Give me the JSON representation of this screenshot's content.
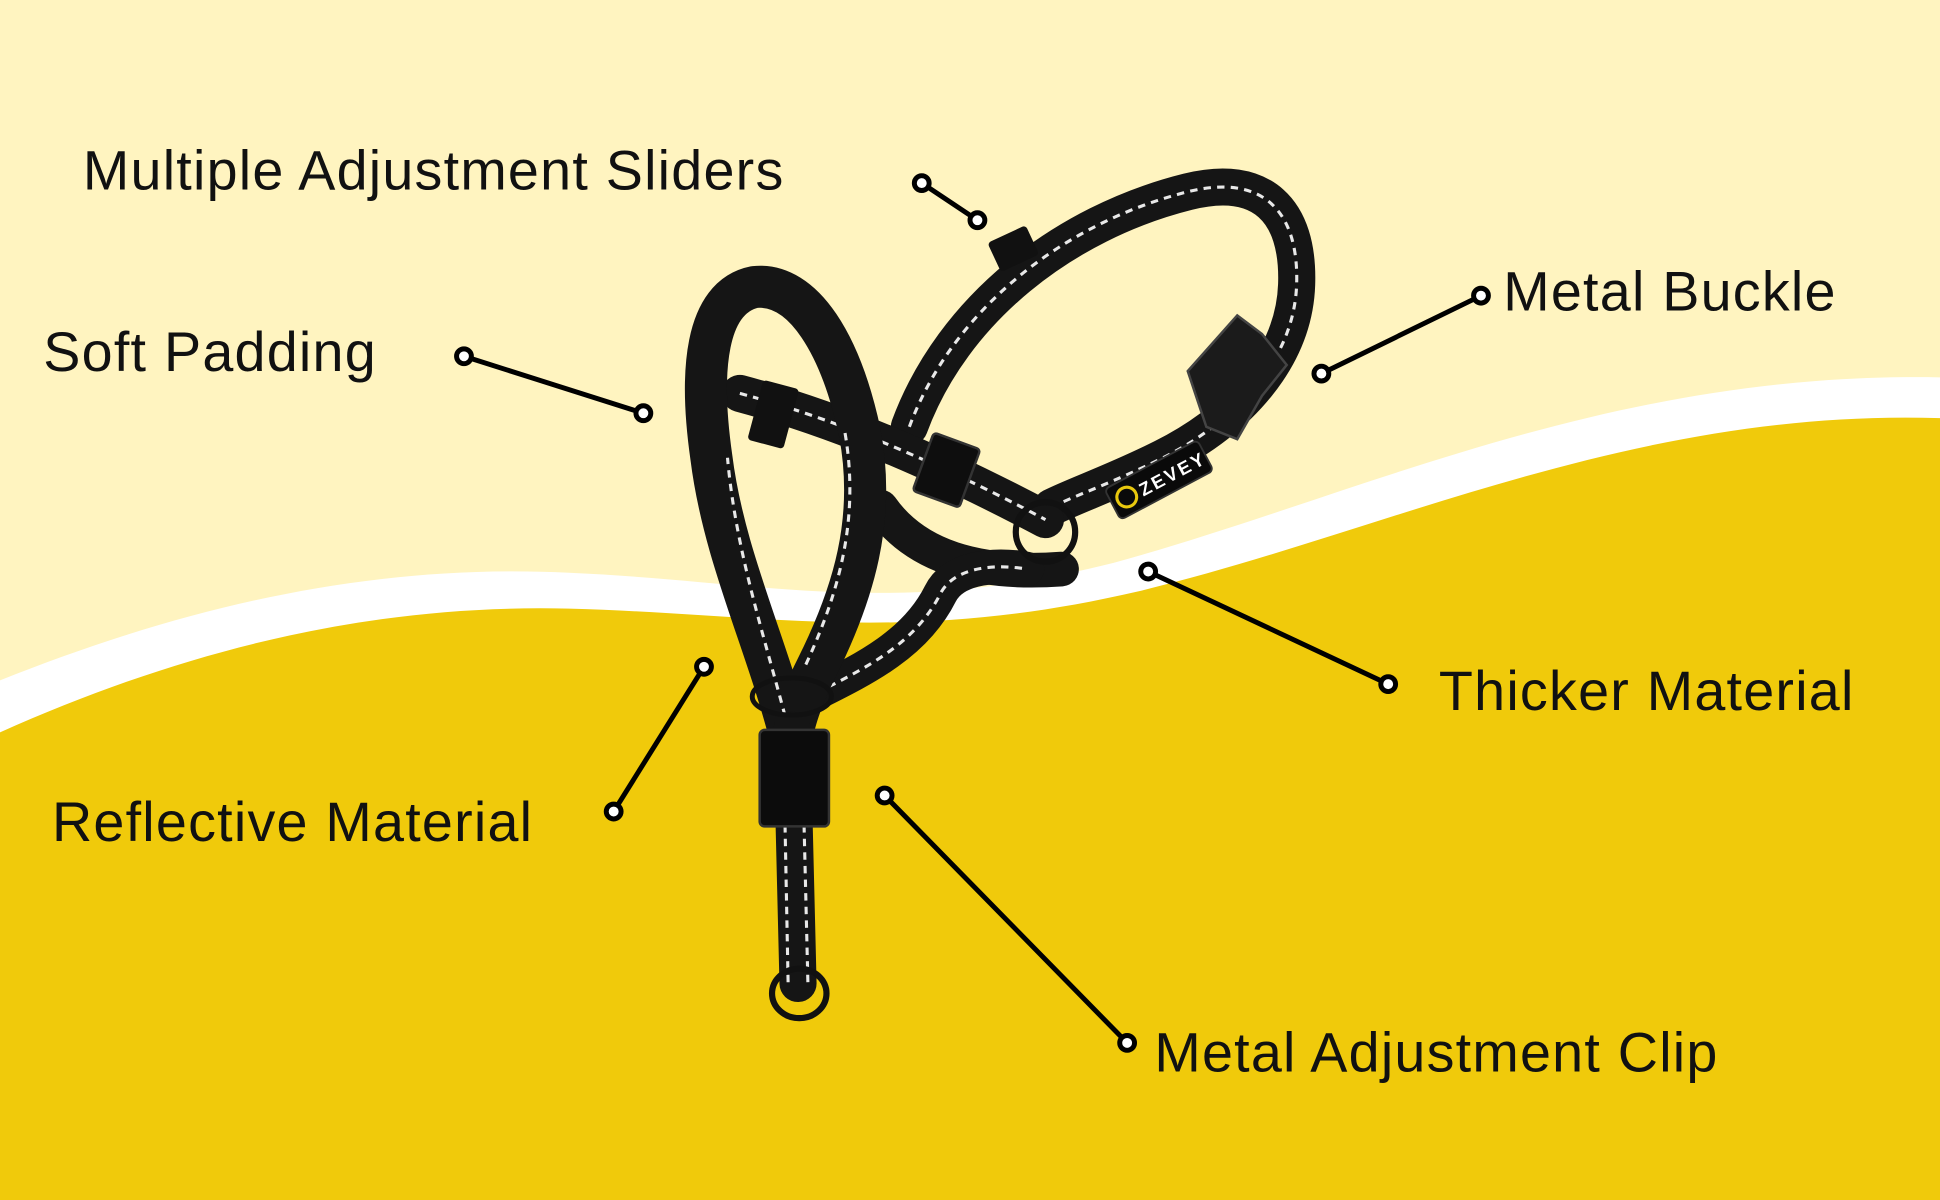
{
  "product": {
    "brand_logo_text": "ZEVEY"
  },
  "callouts": [
    {
      "label": "Multiple Adjustment Sliders"
    },
    {
      "label": "Soft Padding"
    },
    {
      "label": "Metal Buckle"
    },
    {
      "label": "Thicker Material"
    },
    {
      "label": "Reflective Material"
    },
    {
      "label": "Metal Adjustment Clip"
    }
  ],
  "colors": {
    "background_light": "#FFF4C0",
    "background_yellow": "#F0CA0B",
    "wave_white": "#FFFFFF",
    "strap": "#151515"
  }
}
